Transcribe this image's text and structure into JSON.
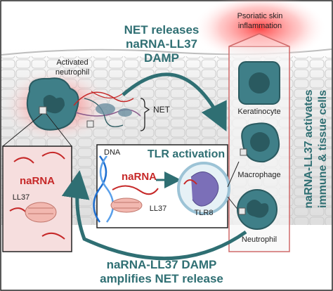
{
  "top_label": {
    "line1": "NET releases",
    "line2": "naRNA-LL37",
    "line3": "DAMP"
  },
  "bottom_label": {
    "line1": "naRNA-LL37 DAMP",
    "line2": "amplifies NET release"
  },
  "side_label": {
    "line1": "naRNA-LL37 activates",
    "line2": "immune & tissue cells"
  },
  "psoriatic": {
    "line1": "Psoriatic skin",
    "line2": "inflammation"
  },
  "activated_neutrophil": {
    "line1": "Activated",
    "line2": "neutrophil"
  },
  "net_label": "NET",
  "left_inset": {
    "narna": "naRNA",
    "ll37": "LL37"
  },
  "center_panel": {
    "title": "TLR activation",
    "dna": "DNA",
    "narna": "naRNA",
    "ll37": "LL37",
    "tlr8": "TLR8"
  },
  "cells": {
    "keratinocyte": "Keratinocyte",
    "macrophage": "Macrophage",
    "neutrophil": "Neutrophil"
  },
  "colors": {
    "teal": "#2f6f73",
    "red": "#c62828",
    "cell_fill": "#3f7f88",
    "highlight": "#ff6b6b"
  }
}
